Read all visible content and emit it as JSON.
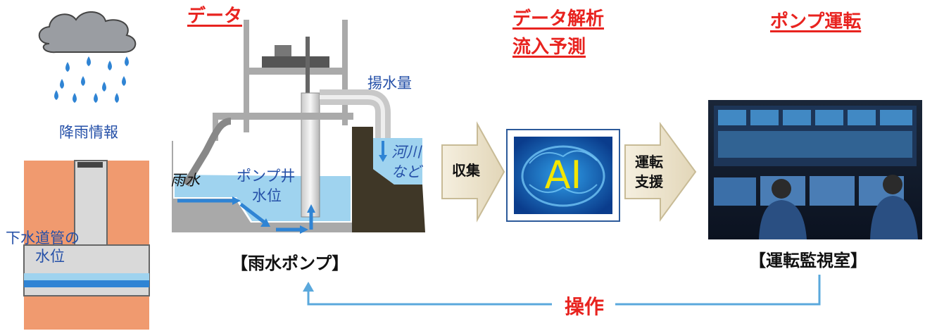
{
  "headers": {
    "data": "データ",
    "analysis_line1": "データ解析",
    "analysis_line2": "流入予測",
    "pump_operation": "ポンプ運転"
  },
  "rain": {
    "label": "降雨情報"
  },
  "sewer": {
    "label_line1": "下水道管の",
    "label_line2": "水位"
  },
  "pump_station": {
    "rainwater": "雨水",
    "well_level_line1": "ポンプ井",
    "well_level_line2": "水位",
    "discharge": "揚水量",
    "river_line1": "河川",
    "river_line2": "など",
    "caption": "【雨水ポンプ】"
  },
  "flow": {
    "collect": "収集",
    "ai": "AI",
    "support_line1": "運転",
    "support_line2": "支援"
  },
  "control_room": {
    "caption": "【運転監視室】"
  },
  "feedback": {
    "label": "操作"
  },
  "colors": {
    "header_red": "#e8231f",
    "label_blue": "#2550a8",
    "water_blue": "#9fd3ef",
    "flow_blue": "#2f84d4",
    "feedback_line": "#5aa8dc",
    "sewer_orange": "#f09a6f"
  }
}
